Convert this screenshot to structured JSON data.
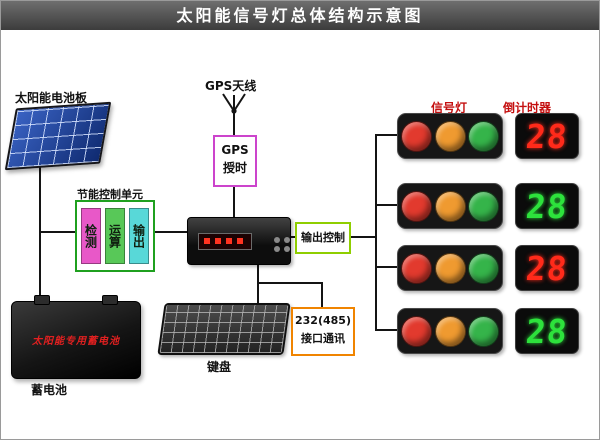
{
  "title": "太阳能信号灯总体结构示意图",
  "left": {
    "solar_panel_label": "太阳能电池板",
    "control_unit_label": "节能控制单元",
    "control_blocks": [
      {
        "label": "检测",
        "bg": "#e858c8"
      },
      {
        "label": "运算",
        "bg": "#58c858"
      },
      {
        "label": "输出",
        "bg": "#58d8d8"
      }
    ],
    "battery_text": "太阳能专用蓄电池",
    "battery_label": "蓄电池"
  },
  "middle": {
    "gps_antenna_label": "GPS天线",
    "gps_box_line1": "GPS",
    "gps_box_line2": "授时",
    "output_control_label": "输出控制",
    "keyboard_label": "键盘",
    "comm_box_line1": "232(485)",
    "comm_box_line2": "接口通讯"
  },
  "right": {
    "signal_light_label": "信号灯",
    "countdown_label": "倒计时器",
    "rows": [
      {
        "countdown": "28",
        "digit_color": "#ff2a1a"
      },
      {
        "countdown": "28",
        "digit_color": "#2de23c"
      },
      {
        "countdown": "28",
        "digit_color": "#ff2a1a"
      },
      {
        "countdown": "28",
        "digit_color": "#2de23c"
      }
    ]
  },
  "colors": {
    "light_red": "#e23a2e",
    "light_yellow": "#ef9a30",
    "light_green": "#35b44a",
    "gps_border": "#cc44cc",
    "control_border": "#1fa01f",
    "output_border": "#8fce00",
    "comm_border": "#f08400"
  }
}
